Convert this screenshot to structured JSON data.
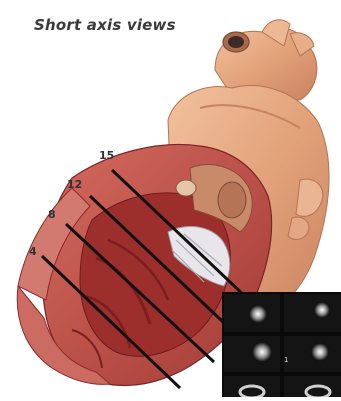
{
  "title": "Short axis views",
  "slice_labels": {
    "s15": "15",
    "s12": "12",
    "s8": "8",
    "s4": "4"
  },
  "thumbnail_label": "1",
  "colors": {
    "heart_tissue": "#e2a27a",
    "cut_surface": "#c0504a",
    "muscle_dark": "#8e2a28",
    "valve_white": "#e8e6ea",
    "scan_background": "#0a0a0a",
    "slice_line": "#111111"
  }
}
